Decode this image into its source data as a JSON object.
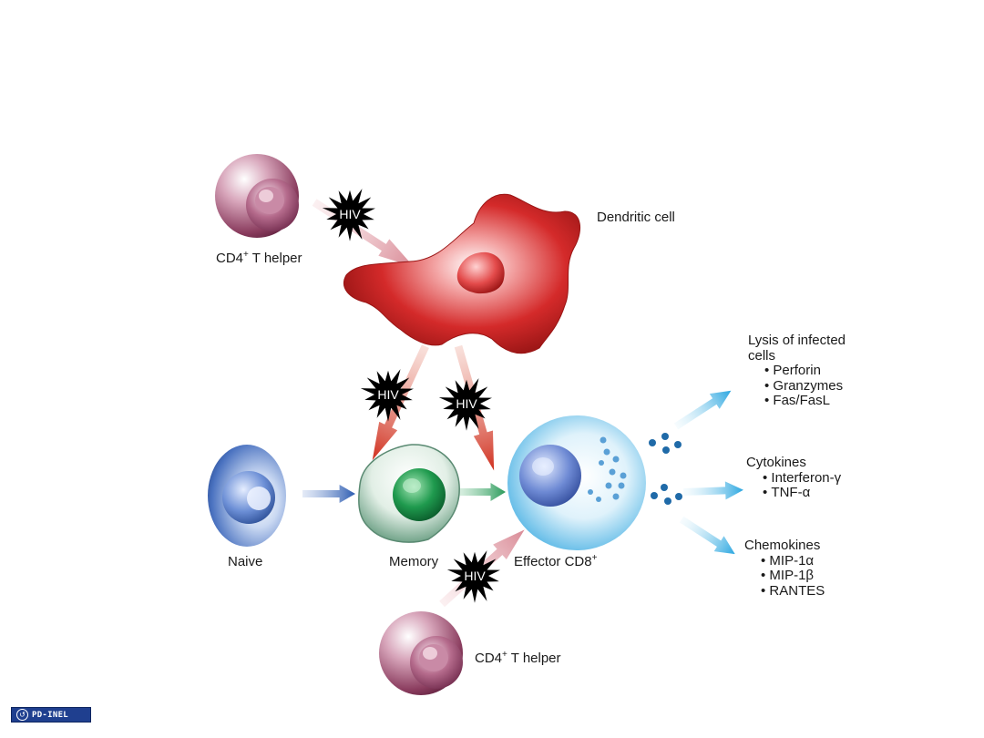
{
  "labels": {
    "dendritic_cell": "Dendritic cell",
    "cd4_top_prefix": "CD4",
    "cd4_top_sup": "+",
    "cd4_top_suffix": " T helper",
    "cd4_bottom_prefix": "CD4",
    "cd4_bottom_sup": "+",
    "cd4_bottom_suffix": " T helper",
    "naive": "Naive",
    "memory": "Memory",
    "effector_prefix": "Effector CD8",
    "effector_sup": "+",
    "hiv": "HIV"
  },
  "lists": {
    "lysis_title_line1": "Lysis of infected",
    "lysis_title_line2": "cells",
    "lysis_items": [
      "Perforin",
      "Granzymes",
      "Fas/FasL"
    ],
    "cytokines_title": "Cytokines",
    "cytokine_items": [
      "Interferon-γ",
      "TNF-α"
    ],
    "chemokines_title": "Chemokines",
    "chemokine_items": [
      "MIP-1α",
      "MIP-1β",
      "RANTES"
    ]
  },
  "badge": {
    "text": "PD-INEL",
    "icon": "copyleft-icon"
  },
  "colors": {
    "dendritic": "#c81e1e",
    "cd4": "#9a4a6a",
    "naive": "#3f66b8",
    "memory": "#1f8a4c",
    "effector": "#2aa0dc",
    "arrow_red": "#d43a2a",
    "arrow_pink": "#d9949e",
    "arrow_blue": "#2a5ab0",
    "arrow_green": "#2a9a5a",
    "arrow_cyan": "#2aa6e0",
    "hiv_star": "#000000"
  }
}
